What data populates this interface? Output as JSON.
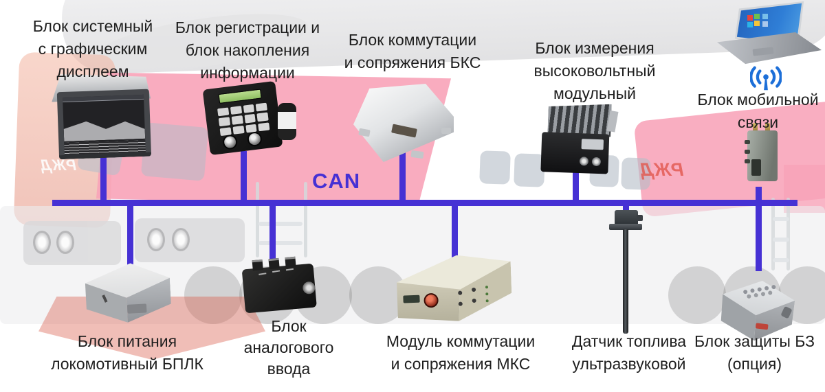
{
  "diagram": {
    "bus": {
      "label": "CAN",
      "color": "#4631d4"
    },
    "background": {
      "operator_logo": "РЖД",
      "body_color": "#f8a3b8",
      "description_icon": "locomotive-photo"
    },
    "icons": {
      "mobile_signal": "wifi-antenna-icon",
      "remote_terminal": "laptop-icon"
    },
    "top_devices": [
      {
        "id": "system-display",
        "label_lines": [
          "Блок системный",
          "с графическим",
          "дисплеем"
        ]
      },
      {
        "id": "registration-block",
        "label_lines": [
          "Блок регистрации и",
          "блок накопления",
          "информации"
        ]
      },
      {
        "id": "bks",
        "label_lines": [
          "Блок коммутации",
          "и сопряжения БКС"
        ]
      },
      {
        "id": "hv-measuring",
        "label_lines": [
          "Блок измерения",
          "высоковольтный",
          "модульный"
        ]
      },
      {
        "id": "mobile-comm",
        "label_lines": [
          "Блок мобильной",
          "связи"
        ]
      }
    ],
    "bottom_devices": [
      {
        "id": "bplk",
        "label_lines": [
          "Блок питания",
          "локомотивный БПЛК"
        ]
      },
      {
        "id": "analog-input",
        "label_lines": [
          "Блок",
          "аналогового",
          "ввода"
        ]
      },
      {
        "id": "mks",
        "label_lines": [
          "Модуль коммутации",
          "и сопряжения МКС"
        ]
      },
      {
        "id": "fuel-sensor",
        "label_lines": [
          "Датчик топлива",
          "ультразвуковой"
        ]
      },
      {
        "id": "bz",
        "label_lines": [
          "Блок защиты БЗ",
          "(опция)"
        ]
      }
    ]
  }
}
